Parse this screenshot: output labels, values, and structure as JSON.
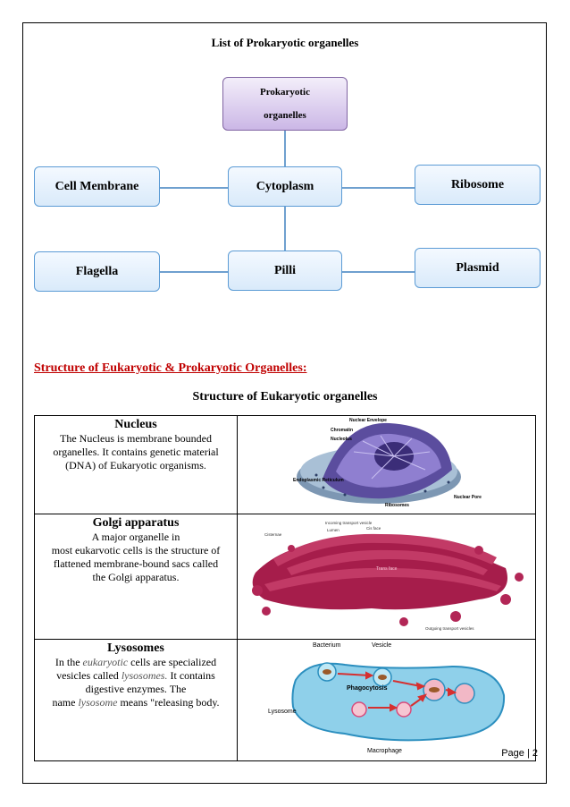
{
  "title_prokaryotic": "List of Prokaryotic organelles",
  "diagram": {
    "root_line1": "Prokaryotic",
    "root_line2": "organelles",
    "cell_membrane": "Cell Membrane",
    "cytoplasm": "Cytoplasm",
    "ribosome": "Ribosome",
    "flagella": "Flagella",
    "pilli": "Pilli",
    "plasmid": "Plasmid"
  },
  "section_heading": "Structure of Eukaryotic & Prokaryotic Organelles:",
  "table_title": "Structure of Eukaryotic organelles",
  "rows": [
    {
      "name": "Nucleus",
      "desc_lines": [
        "The Nucleus is membrane bounded",
        "organelles. It contains genetic material",
        "(DNA) of Eukaryotic organisms."
      ],
      "labels": [
        "Nuclear Envelope",
        "Chromatin",
        "Nucleolus",
        "Endoplasmic Reticulum",
        "Ribosomes",
        "Nuclear Pore"
      ]
    },
    {
      "name": "Golgi apparatus",
      "desc_lines": [
        "A major organelle in",
        "most eukarvotic cells is the structure of",
        "flattened membrane-bound sacs called",
        "the Golgi apparatus."
      ],
      "labels": [
        "Incoming transport vesicle",
        "Cisternae",
        "Lumen",
        "Cis face",
        "Trans face",
        "Outgoing transport vesicles"
      ]
    },
    {
      "name": "Lysosomes",
      "desc_lines": [
        "eukaryotic",
        "lysosomes.",
        "digestive enzymes. The",
        "lysosome"
      ],
      "desc_parts": {
        "l1a": "In the ",
        "l1b": "eukaryotic",
        "l1c": " cells are specialized",
        "l2a": "vesicles called ",
        "l2b": "lysosomes.",
        "l2c": " It contains",
        "l3": "digestive enzymes. The",
        "l4a": "name ",
        "l4b": "lysosome",
        "l4c": " means \"releasing body."
      },
      "labels": [
        "Bacterium",
        "Vesicle",
        "Phagocytosis",
        "Lysosome",
        "Macrophage"
      ]
    }
  ],
  "footer": "Page | 2",
  "colors": {
    "heading_red": "#c00000",
    "box_border": "#5b9bd5",
    "root_border": "#8064a2"
  }
}
